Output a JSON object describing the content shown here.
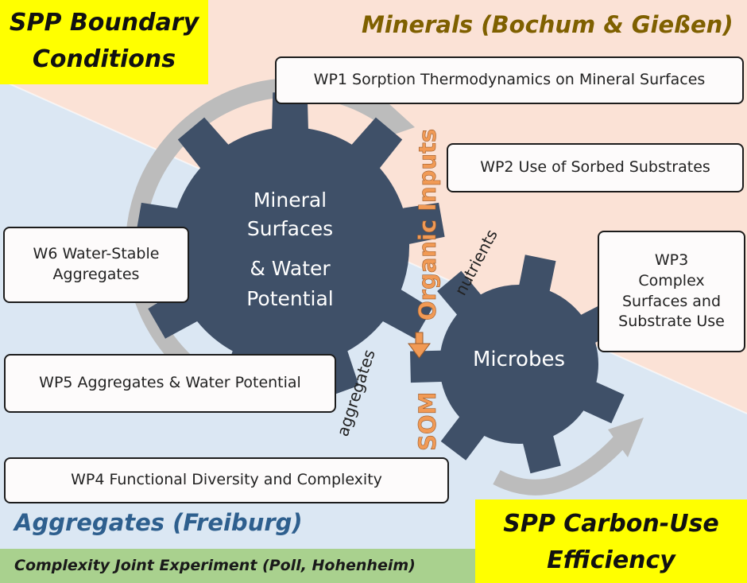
{
  "regions": {
    "spp_boundary": "SPP Boundary Conditions",
    "minerals": "Minerals (Bochum & Gießen)",
    "aggregates": "Aggregates (Freiburg)",
    "spp_cue": "SPP Carbon-Use Efficiency",
    "complexity_joint": "Complexity Joint Experiment (Poll, Hohenheim)"
  },
  "spp_boundary_lines": [
    "SPP Boundary",
    "Conditions"
  ],
  "spp_cue_lines": [
    "SPP Carbon-Use",
    "Efficiency"
  ],
  "work_packages": {
    "wp1": "WP1 Sorption Thermodynamics on Mineral Surfaces",
    "wp2": "WP2 Use of Sorbed Substrates",
    "wp3_lines": [
      "WP3",
      "Complex",
      "Surfaces and",
      "Substrate Use"
    ],
    "wp4": "WP4 Functional Diversity and Complexity",
    "wp5": "WP5 Aggregates & Water Potential",
    "w6_lines": [
      "W6 Water-Stable",
      "Aggregates"
    ]
  },
  "gears": {
    "large_lines": [
      "Mineral",
      "Surfaces",
      "& Water",
      "Potential"
    ],
    "small": "Microbes"
  },
  "flows": {
    "organic_inputs": "Organic Inputs",
    "som": "SOM",
    "nutrients": "nutrients",
    "aggregates": "aggregates"
  },
  "colors": {
    "gear": "#3f5068",
    "minerals_bg": "#fbe2d6",
    "aggregates_bg": "#dbe7f3",
    "yellow": "#ffff00",
    "green_bar": "#a9d18e",
    "orange_text": "#f19a55",
    "minerals_title": "#7f6000",
    "aggregates_title": "#2e5f8e"
  }
}
